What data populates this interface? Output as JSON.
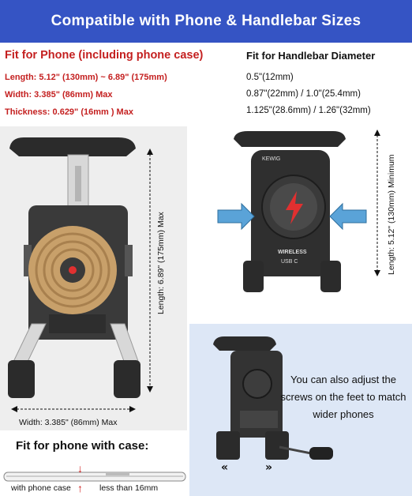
{
  "banner": {
    "title": "Compatible with Phone & Handlebar Sizes"
  },
  "phone_spec": {
    "title": "Fit for Phone (including phone case)",
    "length": "Length: 5.12\" (130mm) ~ 6.89\" (175mm)",
    "width": "Width: 3.385\" (86mm) Max",
    "thickness": "Thickness: 0.629\" (16mm ) Max"
  },
  "handlebar_spec": {
    "title": "Fit for Handlebar Diameter",
    "sizes": [
      "0.5\"(12mm)",
      "0.87\"(22mm) / 1.0\"(25.4mm)",
      "1.125\"(28.6mm) / 1.26\"(32mm)"
    ]
  },
  "left_mount": {
    "length_label": "Length: 6.89\" (175mm) Max",
    "width_label": "Width: 3.385\" (86mm) Max"
  },
  "right_mount": {
    "logo_text": "KEWIG",
    "wireless_label": "WIRELESS",
    "usb_label": "USB C",
    "length_label": "Length: 5.12\" (130mm) Minimum"
  },
  "adjust_caption": "You can also adjust the screws on the feet to match wider phones",
  "case_section": {
    "title": "Fit for phone with case:",
    "with_case": "with phone case",
    "less_than": "less than 16mm"
  },
  "colors": {
    "banner": "#3554c4",
    "spec_red": "#c42020",
    "arrow_blue": "#5aa3d8",
    "coil_gold": "#c8a06a"
  }
}
